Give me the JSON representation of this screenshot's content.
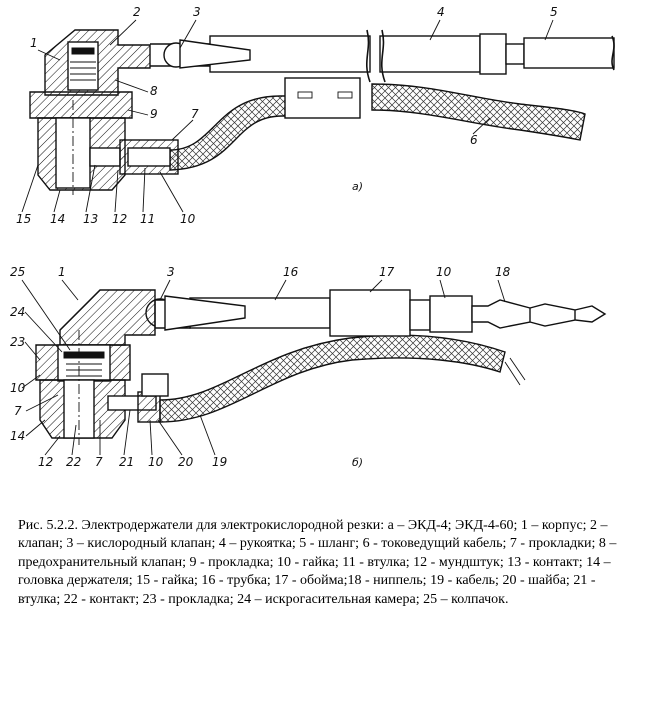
{
  "figure_a": {
    "labels": [
      "1",
      "2",
      "3",
      "4",
      "5",
      "6",
      "7",
      "8",
      "9",
      "10",
      "11",
      "12",
      "13",
      "14",
      "15"
    ],
    "subfigure_label": "a)"
  },
  "figure_b": {
    "labels": [
      "25",
      "1",
      "3",
      "16",
      "17",
      "10",
      "18",
      "24",
      "23",
      "10",
      "7",
      "14",
      "12",
      "22",
      "7",
      "21",
      "10",
      "20",
      "19"
    ],
    "subfigure_label": "б)"
  },
  "caption": "Рис. 5.2.2. Электродержатели для электрокислородной резки: а – ЭКД-4; ЭКД-4-60; 1 – корпус; 2 – клапан; 3 – кислородный клапан; 4 – рукоятка; 5 - шланг; 6 - токоведущий кабель; 7 - прокладки; 8 – предохранительный клапан; 9 - прокладка; 10 - гайка; 11 - втулка; 12 - мундштук; 13 - контакт; 14 – головка держателя; 15 - гайка; 16 - трубка; 17 - обойма;18 - ниппель; 19 - кабель; 20 - шайба; 21 - втулка; 22 - контакт; 23 - прокладка; 24 – искрогасительная камера; 25 – колпачок."
}
